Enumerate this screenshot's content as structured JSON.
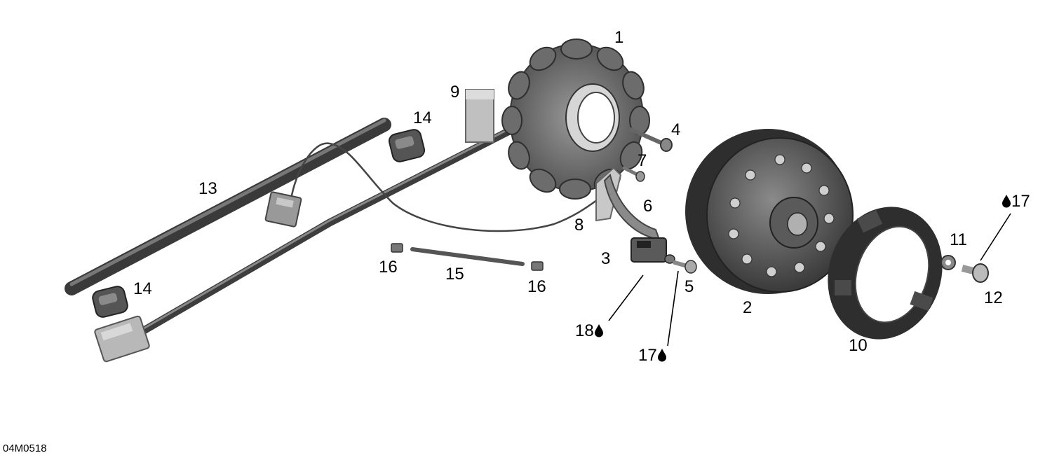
{
  "figure_code": "04M0518",
  "colors": {
    "part_dark": "#3a3a3a",
    "part_mid": "#6a6a6a",
    "part_light": "#9a9a9a",
    "leader": "#000000"
  },
  "icons": {
    "lubricant": "oil-drop-icon"
  },
  "callouts": [
    {
      "id": "1",
      "label": "1"
    },
    {
      "id": "2",
      "label": "2"
    },
    {
      "id": "3",
      "label": "3"
    },
    {
      "id": "4",
      "label": "4"
    },
    {
      "id": "5",
      "label": "5"
    },
    {
      "id": "6",
      "label": "6"
    },
    {
      "id": "7",
      "label": "7"
    },
    {
      "id": "8",
      "label": "8"
    },
    {
      "id": "9",
      "label": "9"
    },
    {
      "id": "10",
      "label": "10"
    },
    {
      "id": "11",
      "label": "11"
    },
    {
      "id": "12",
      "label": "12"
    },
    {
      "id": "13",
      "label": "13"
    },
    {
      "id": "14a",
      "label": "14"
    },
    {
      "id": "14b",
      "label": "14"
    },
    {
      "id": "15",
      "label": "15"
    },
    {
      "id": "16a",
      "label": "16"
    },
    {
      "id": "16b",
      "label": "16"
    },
    {
      "id": "17a",
      "label": "17"
    },
    {
      "id": "17b",
      "label": "17"
    },
    {
      "id": "18",
      "label": "18"
    }
  ]
}
